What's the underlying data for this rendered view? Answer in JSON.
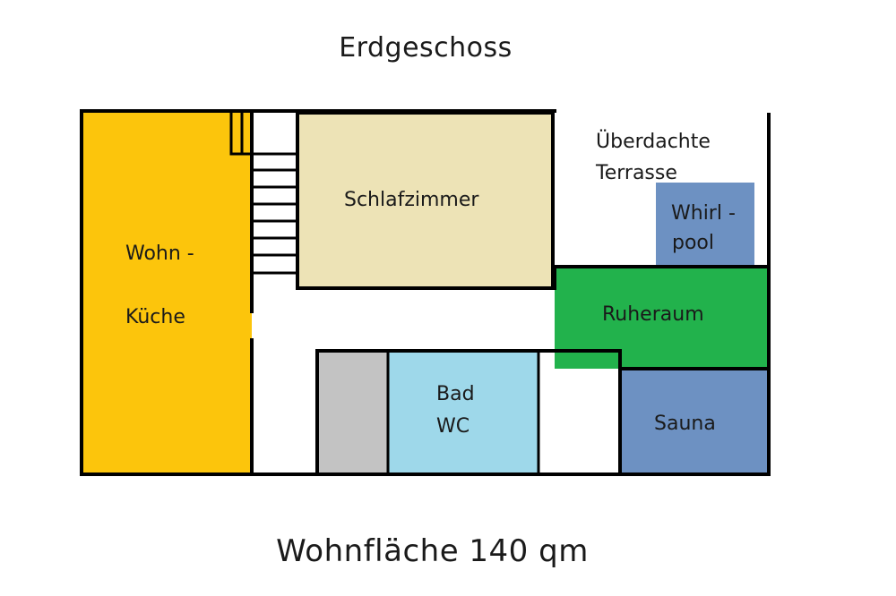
{
  "title": "Erdgeschoss",
  "area_text": "Wohnfläche 140 qm",
  "rooms": {
    "wohn_kueche": {
      "line1": "Wohn -",
      "line2": "Küche",
      "color": "#fcc50c"
    },
    "schlafzimmer": {
      "label": "Schlafzimmer",
      "color": "#ede3b6"
    },
    "terrasse": {
      "line1": "Überdachte",
      "line2": "Terrasse"
    },
    "whirlpool": {
      "line1": "Whirl -",
      "line2": "pool",
      "color": "#6d91c2"
    },
    "ruheraum": {
      "label": "Ruheraum",
      "color": "#22b24c"
    },
    "bad_wc": {
      "line1": "Bad",
      "line2": "WC",
      "color": "#9ed8ea"
    },
    "sauna": {
      "label": "Sauna",
      "color": "#6d91c2"
    },
    "abstellraum": {
      "color": "#c3c3c3"
    }
  },
  "colors": {
    "wall": "#000000",
    "background": "#ffffff"
  }
}
